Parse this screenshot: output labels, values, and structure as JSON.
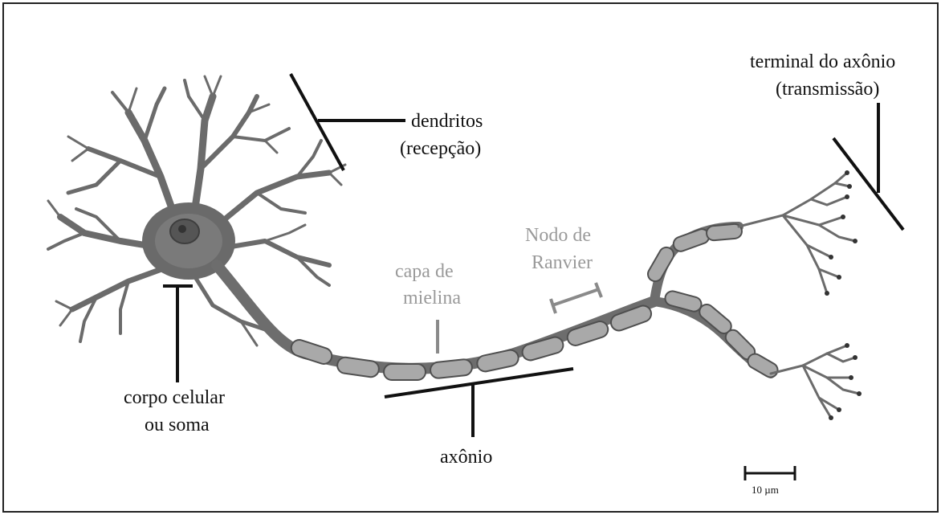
{
  "labels": {
    "dendrites_line1": "dendritos",
    "dendrites_line2": "(recepção)",
    "terminal_line1": "terminal do axônio",
    "terminal_line2": "(transmissão)",
    "soma_line1": "corpo celular",
    "soma_line2": "ou soma",
    "myelin_line1": "capa de",
    "myelin_line2": "mielina",
    "ranvier_line1": "Nodo de",
    "ranvier_line2": "Ranvier",
    "axon": "axônio",
    "scale": "10 µm"
  },
  "colors": {
    "ink": "#111111",
    "grey_label": "#9a9a9a",
    "cell_dark": "#555555",
    "cell_mid": "#7d7d7d",
    "myelin_fill": "#a9a9a9"
  }
}
